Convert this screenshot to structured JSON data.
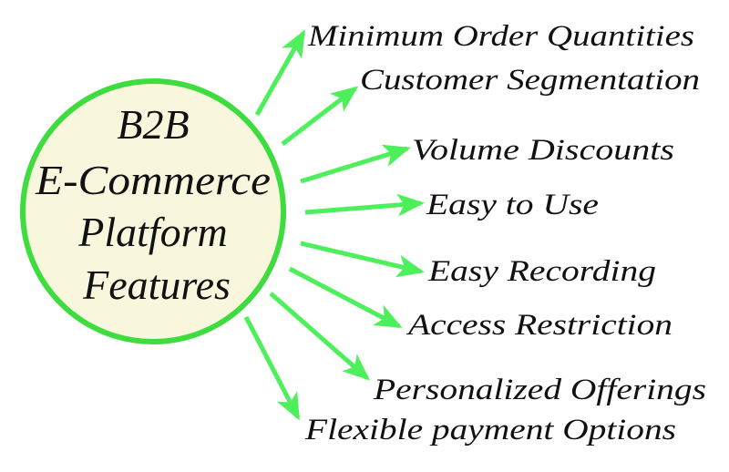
{
  "center": {
    "lines": [
      "B2B",
      "E-Commerce",
      "Platform",
      "Features"
    ],
    "fill_color": "#f8f6dd",
    "stroke_color": "#3fdc3f"
  },
  "arrow_color": "#4def5b",
  "features": [
    "Minimum Order Quantities",
    "Customer Segmentation",
    "Volume Discounts",
    "Easy to Use",
    "Easy Recording",
    "Access Restriction",
    "Personalized Offerings",
    "Flexible payment Options"
  ]
}
